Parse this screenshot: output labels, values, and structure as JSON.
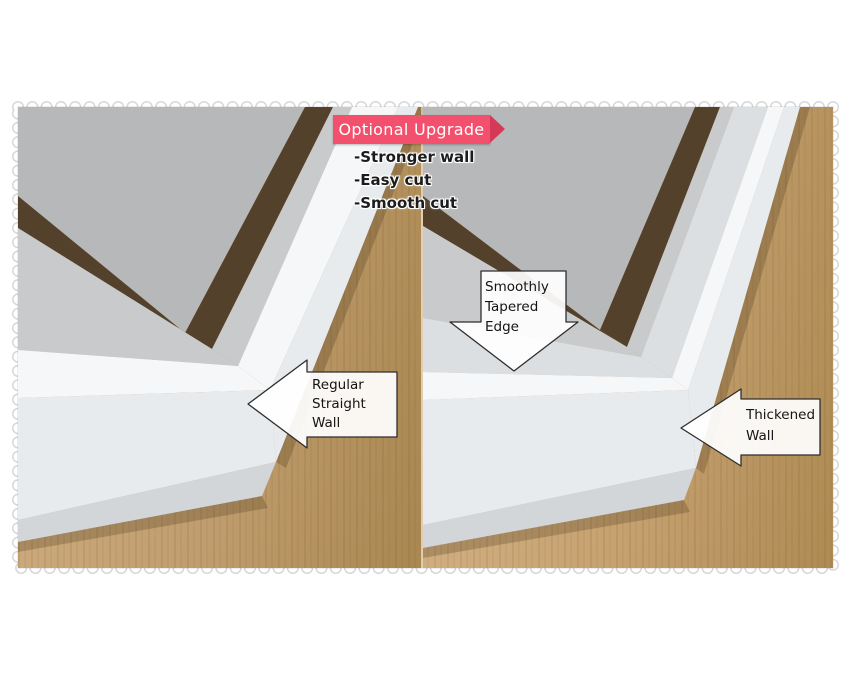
{
  "banner": {
    "label": "Optional Upgrade"
  },
  "features": {
    "items": [
      "-Stronger wall",
      "-Easy cut",
      "-Smooth cut"
    ]
  },
  "callouts": {
    "regular": {
      "lines": [
        "Regular",
        "Straight",
        "Wall"
      ]
    },
    "tapered": {
      "lines": [
        "Smoothly",
        "Tapered",
        "Edge"
      ]
    },
    "thickened": {
      "lines": [
        "Thickened",
        "Wall"
      ]
    }
  },
  "colors": {
    "banner_bg": "#f2506c",
    "banner_tail": "#d43a58",
    "banner_text": "#ffffff",
    "wood_light": "#cfae81",
    "wood_mid": "#c09d6e",
    "wood_dark": "#a98750",
    "floor_gray": "#b7b8ba",
    "shadow_dark": "#53412c",
    "inner_gray": "#c8cacc",
    "taper_gray": "#dcdfe1",
    "rim_white": "#f5f7f8",
    "outer_white": "#e8ebed",
    "chamfer_gray": "#d3d6d8",
    "callout_stroke": "#2e2e2e",
    "lace_gray": "#d8d8d8",
    "text_dark": "#1c1c1c"
  }
}
